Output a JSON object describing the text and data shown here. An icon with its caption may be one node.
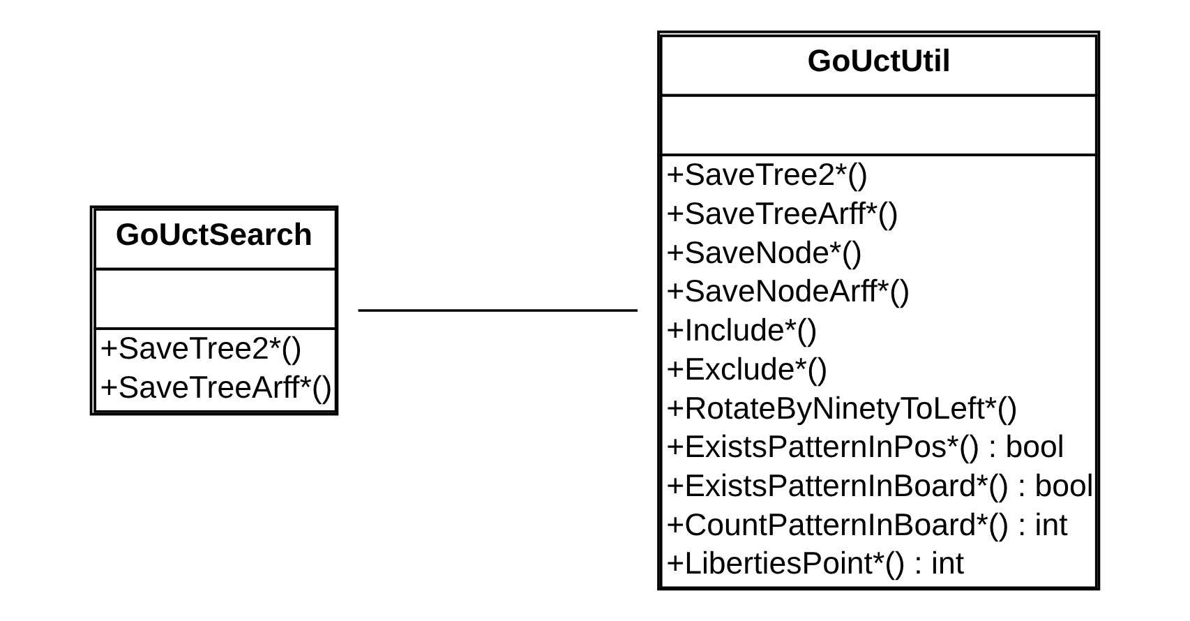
{
  "diagram": {
    "nodes": [
      {
        "text": [
          "GoUctSearch",
          "+SaveTree2*()",
          "+SaveTreeArff*()"
        ]
      },
      {
        "text": [
          "GoUctUtil",
          "+SaveTree2*()",
          "+SaveTreeArff*()",
          "+SaveNode*()",
          "+SaveNodeArff*()",
          "+Include*()",
          "+Exclude*()",
          "+RotateByNinetyToLeft*()",
          "+ExistsPatternInPos*() : bool",
          "+ExistsPatternInBoard*() : bool",
          "+CountPatternInBoard*() : int",
          "+LibertiesPoint*() : int"
        ]
      }
    ],
    "edges": [
      {
        "from": 0,
        "to": 1,
        "arrow": "none"
      }
    ]
  }
}
